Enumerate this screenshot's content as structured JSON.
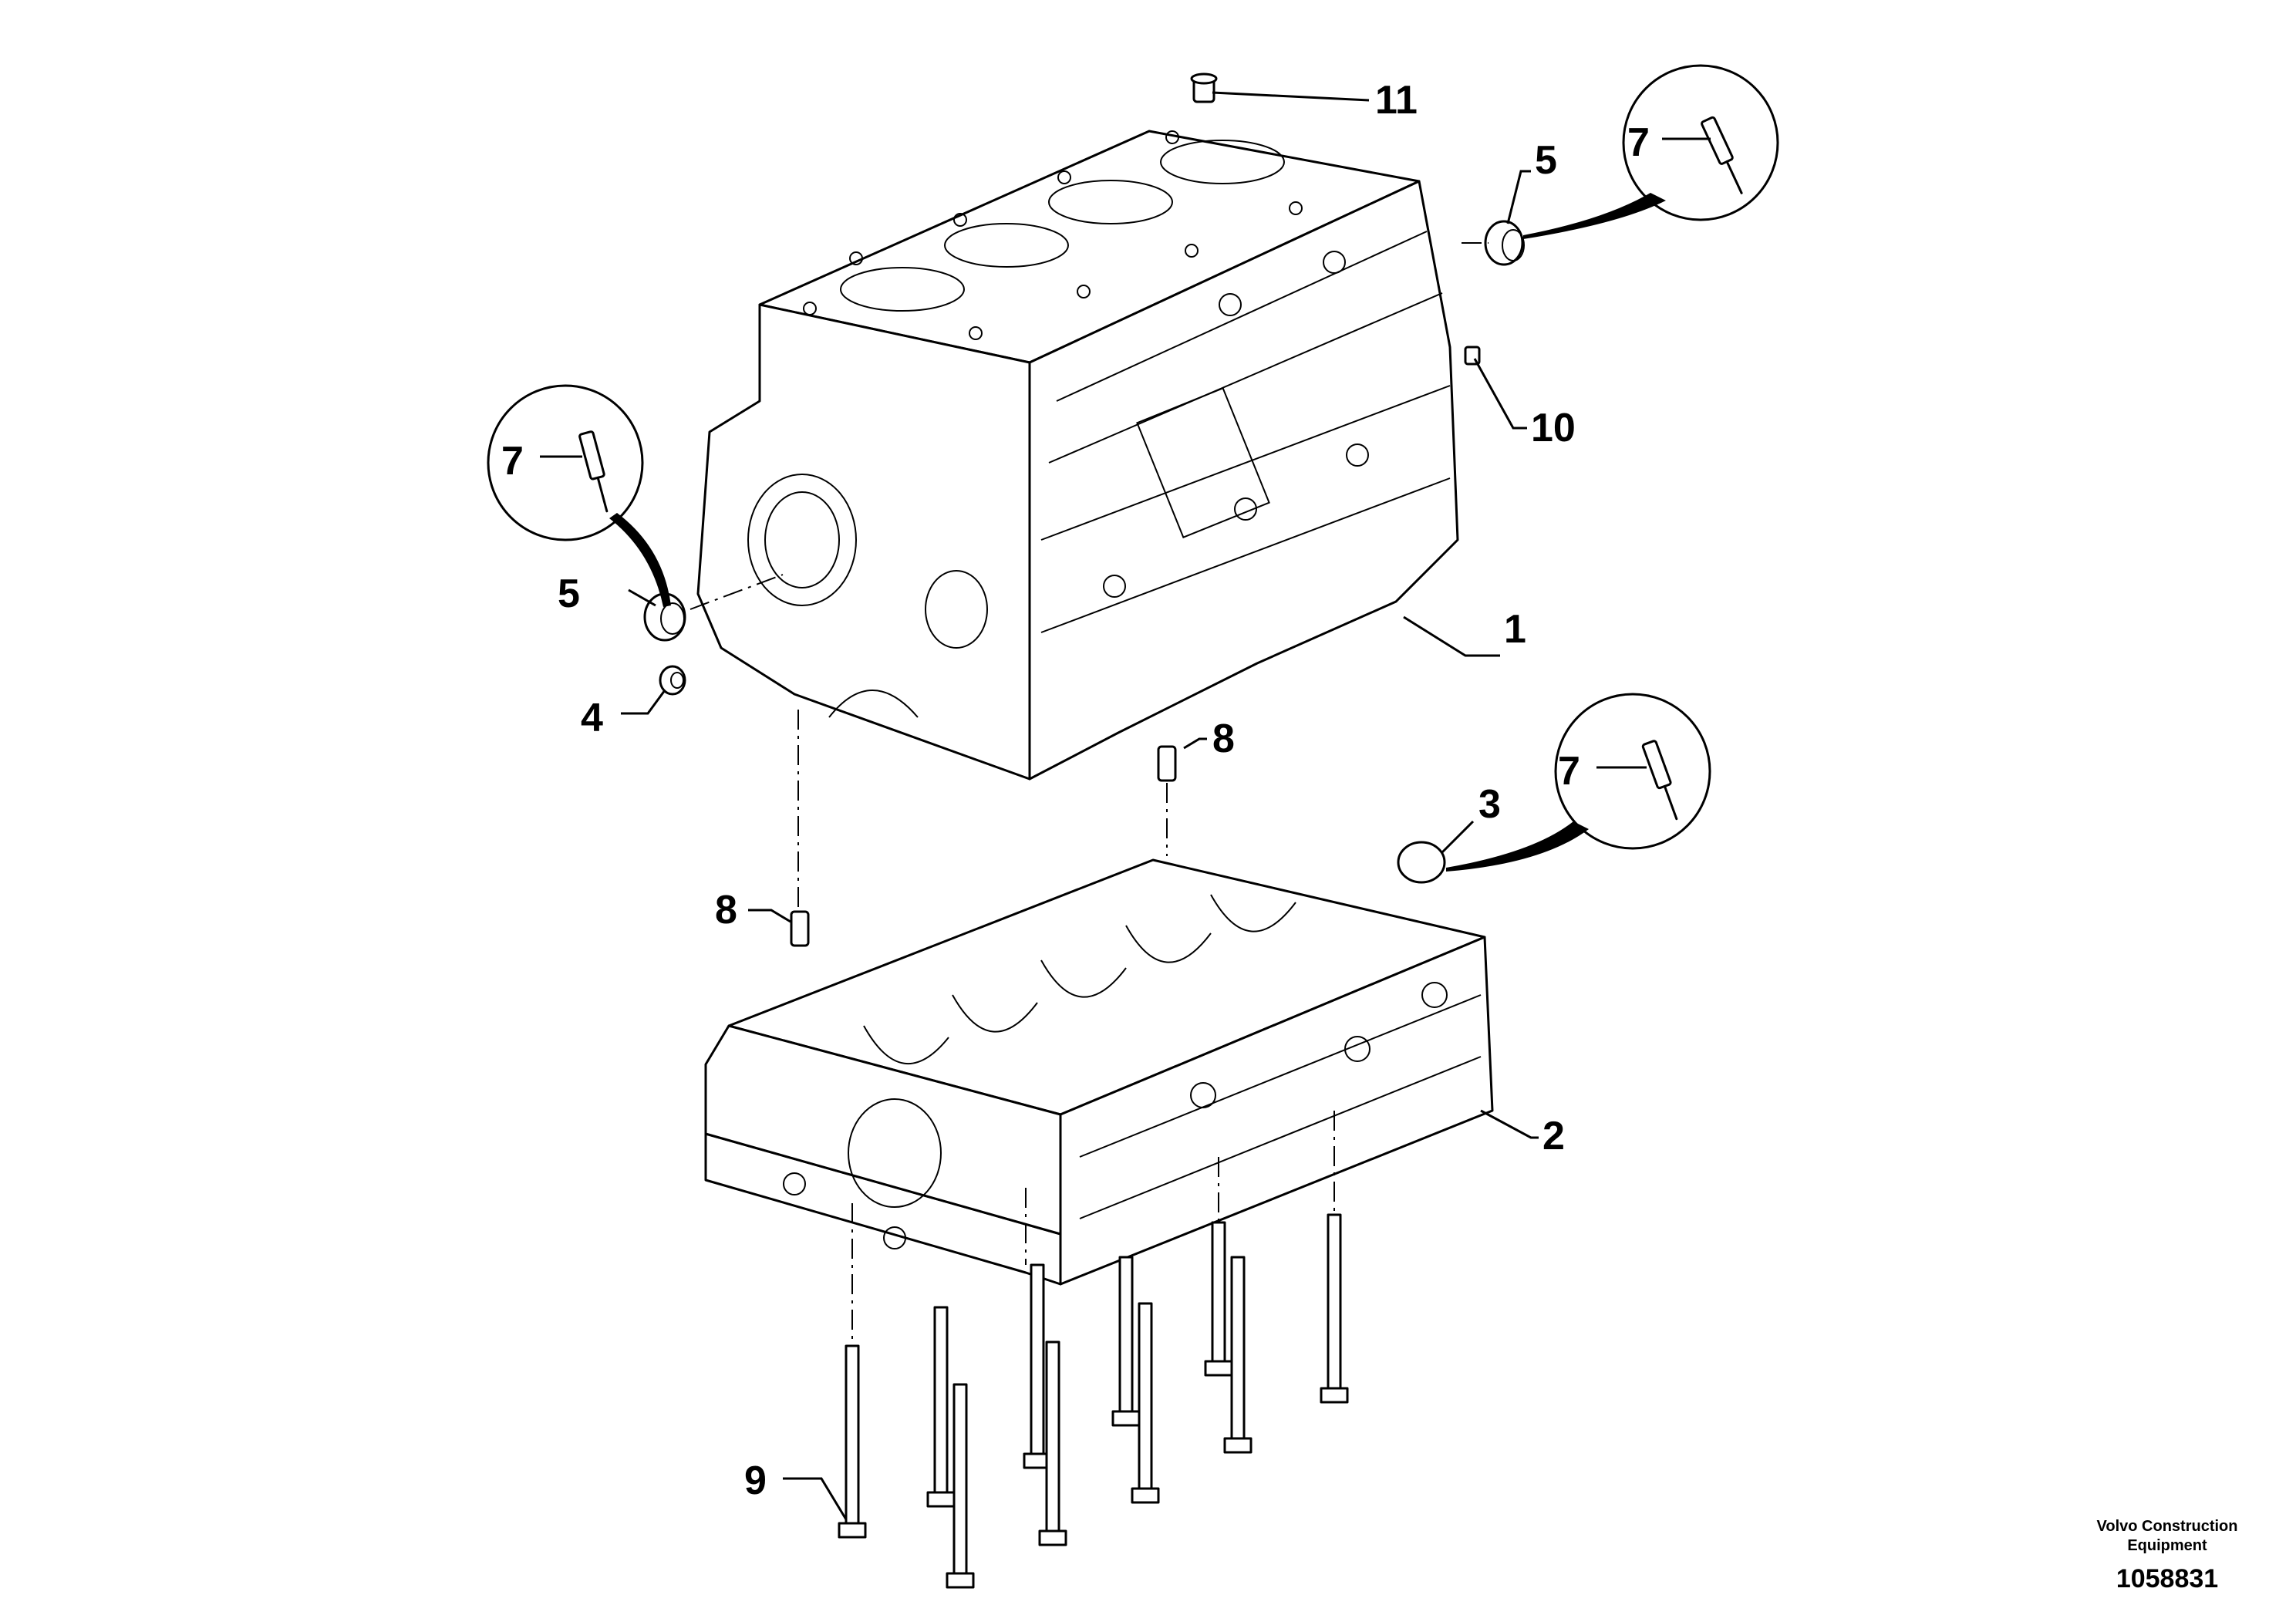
{
  "callouts": {
    "c1": "1",
    "c2": "2",
    "c3": "3",
    "c4": "4",
    "c5_left": "5",
    "c5_right": "5",
    "c7_left": "7",
    "c7_right_top": "7",
    "c7_right_mid": "7",
    "c8_top": "8",
    "c8_left": "8",
    "c9": "9",
    "c10": "10",
    "c11": "11"
  },
  "footer": {
    "company_line1": "Volvo Construction",
    "company_line2": "Equipment",
    "drawing_number": "1058831"
  }
}
